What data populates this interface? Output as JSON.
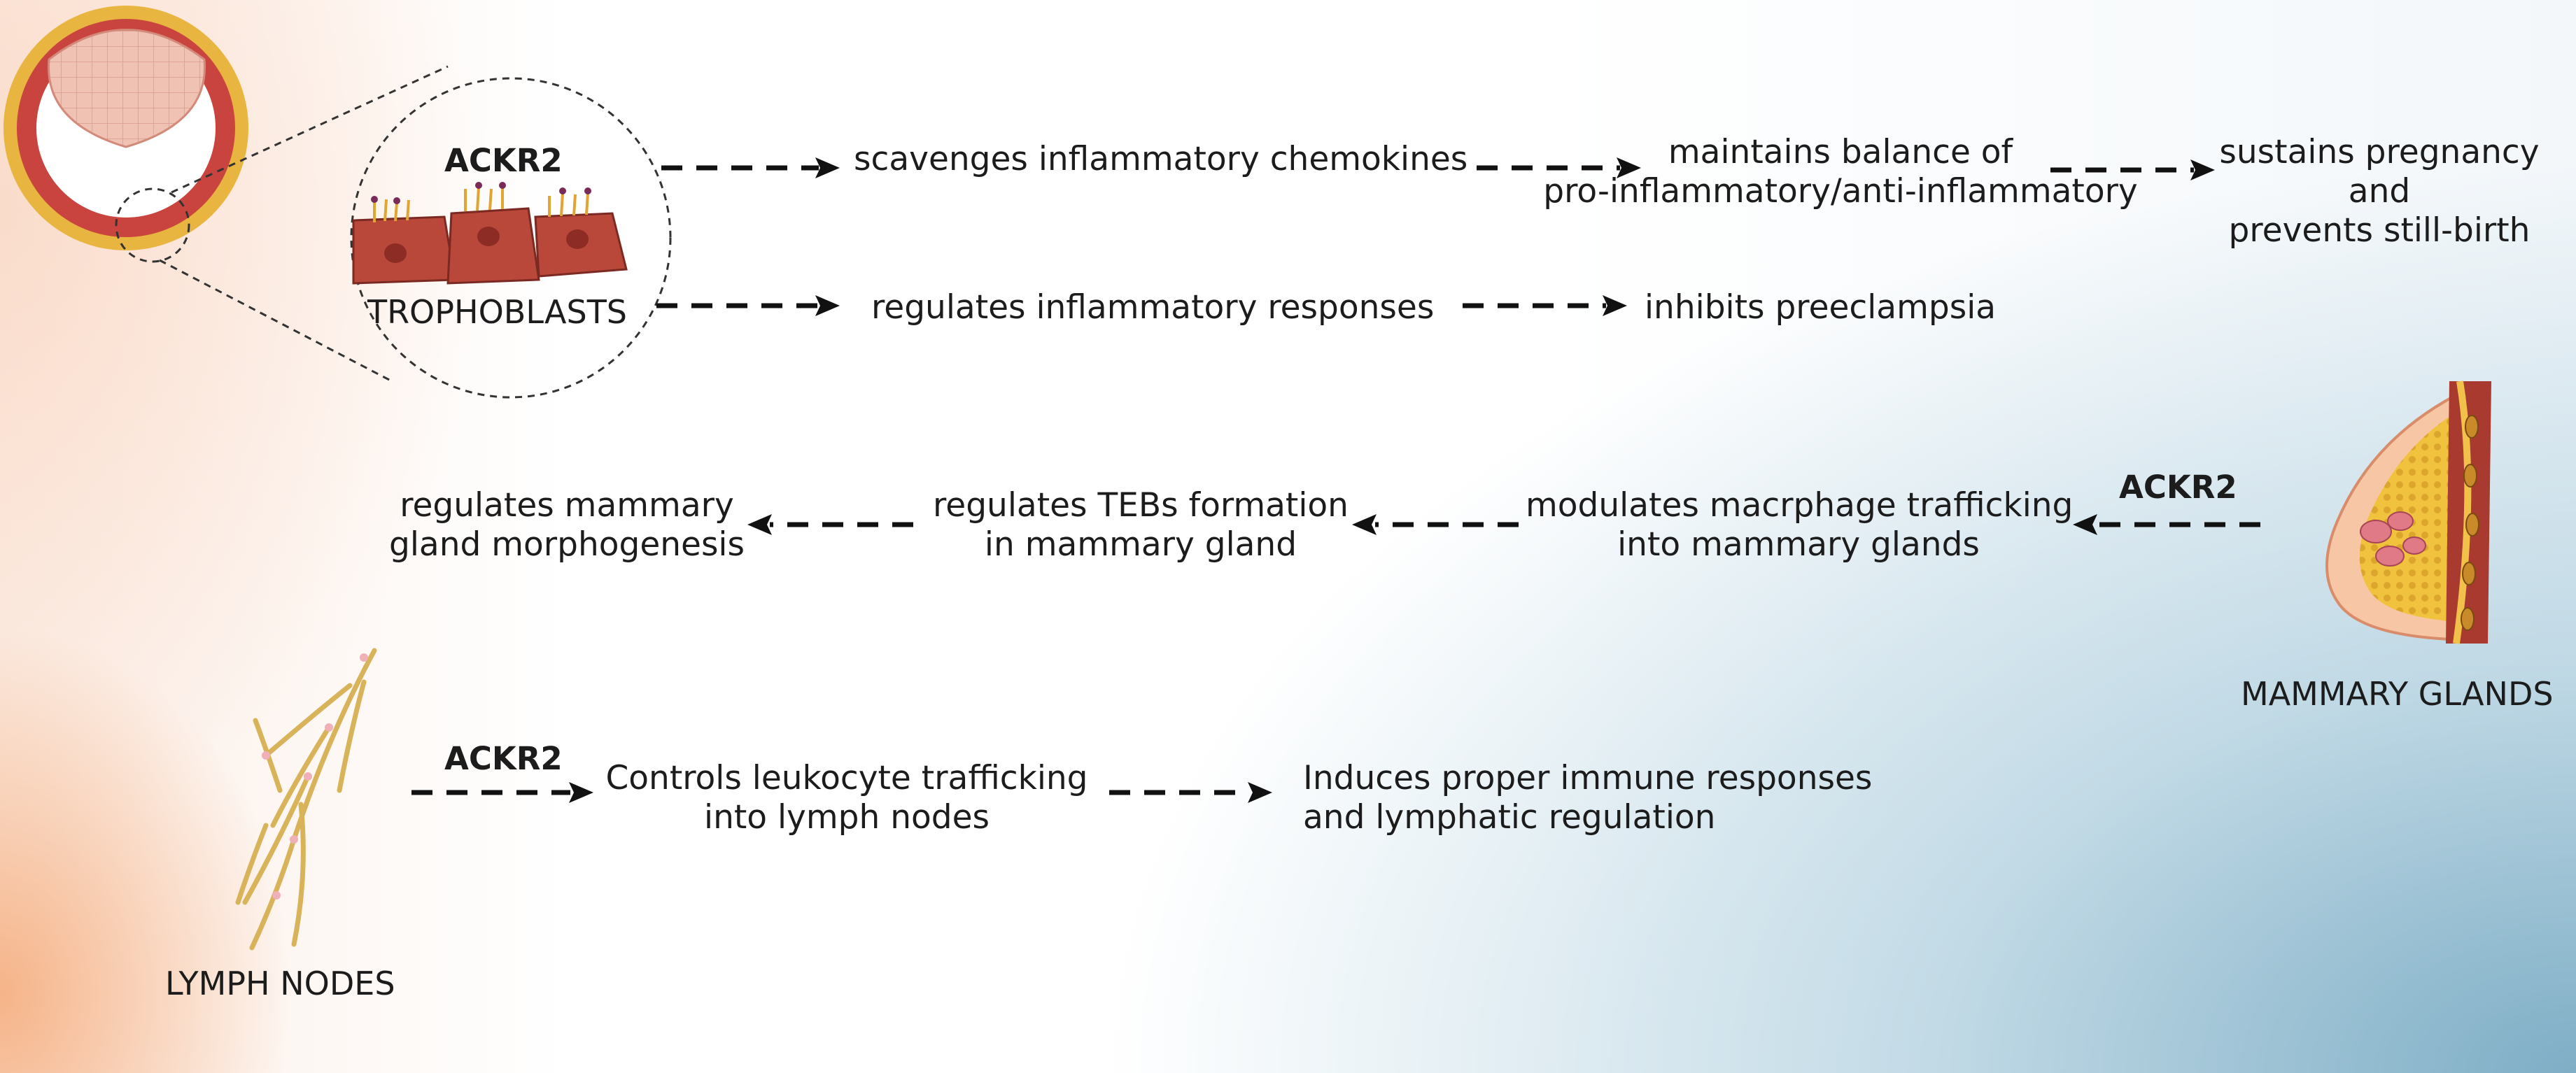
{
  "pregnancy": {
    "protein": "ACKR2",
    "cell_label": "TROPHOBLASTS",
    "flow_top": [
      "scavenges inflammatory chemokines",
      [
        "maintains balance of",
        "pro-inflammatory/anti-inflammatory"
      ],
      [
        "sustains pregnancy",
        "and",
        "prevents still-birth"
      ]
    ],
    "flow_bottom": [
      "regulates inflammatory responses",
      "inhibits preeclampsia"
    ]
  },
  "mammary": {
    "protein": "ACKR2",
    "organ_label": "MAMMARY GLANDS",
    "flow": [
      [
        "modulates macrphage trafficking",
        "into mammary glands"
      ],
      [
        "regulates TEBs formation",
        "in mammary gland"
      ],
      [
        "regulates mammary",
        "gland morphogenesis"
      ]
    ]
  },
  "lymph": {
    "protein": "ACKR2",
    "organ_label": "LYMPH NODES",
    "flow": [
      [
        "Controls leukocyte trafficking",
        "into lymph nodes"
      ],
      [
        "Induces proper immune responses",
        "and lymphatic regulation"
      ]
    ]
  },
  "colors": {
    "placenta_ring": "#e8b540",
    "trophoblast": "#b9473a",
    "lymph_vessel": "#d9b35a",
    "arrow": "#111111"
  }
}
